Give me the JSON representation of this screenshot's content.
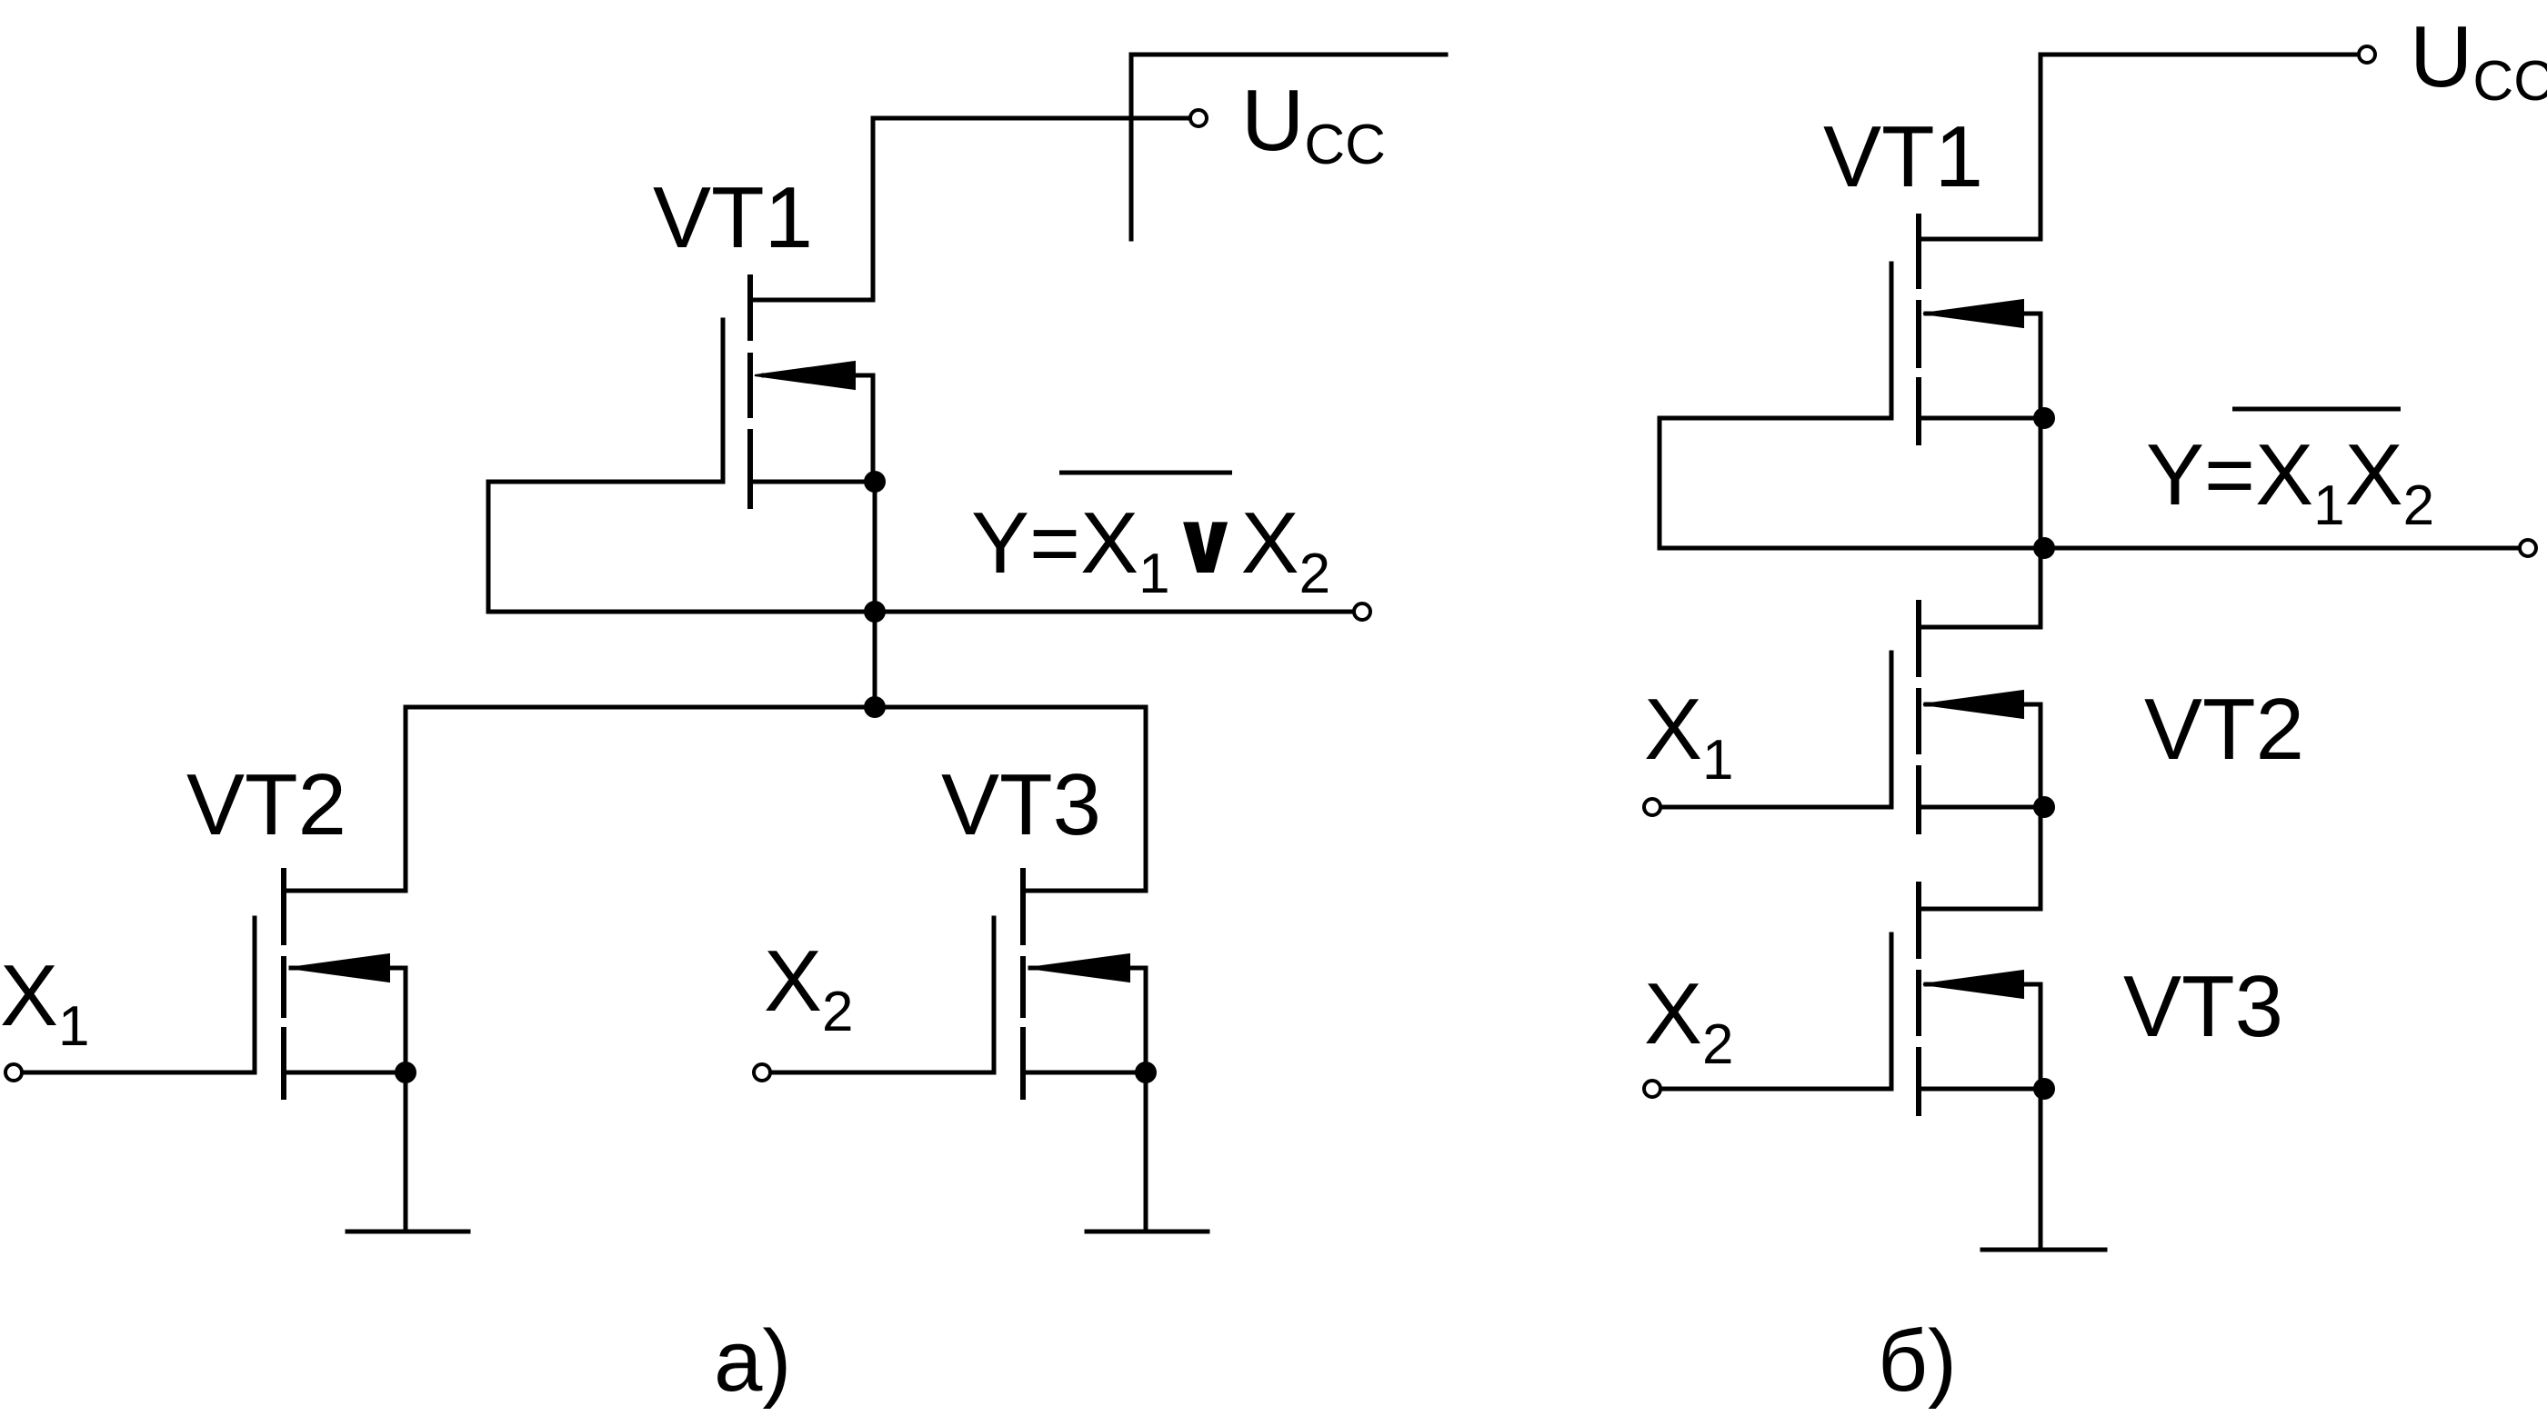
{
  "diagram_a": {
    "caption": "а)",
    "supply": {
      "main": "U",
      "sub": "CC"
    },
    "transistors": [
      "VT1",
      "VT2",
      "VT3"
    ],
    "inputs": [
      {
        "main": "X",
        "sub": "1"
      },
      {
        "main": "X",
        "sub": "2"
      }
    ],
    "output": {
      "prefix": "Y=",
      "x": "X",
      "sub1": "1",
      "op": "∨",
      "sub2": "2"
    }
  },
  "diagram_b": {
    "caption": "б)",
    "supply": {
      "main": "U",
      "sub": "CC"
    },
    "transistors": [
      "VT1",
      "VT2",
      "VT3"
    ],
    "inputs": [
      {
        "main": "X",
        "sub": "1"
      },
      {
        "main": "X",
        "sub": "2"
      }
    ],
    "output": {
      "prefix": "Y=",
      "x": "X",
      "sub1": "1",
      "sub2": "2"
    }
  },
  "colors": {
    "line": "#000000",
    "background": "#ffffff"
  }
}
